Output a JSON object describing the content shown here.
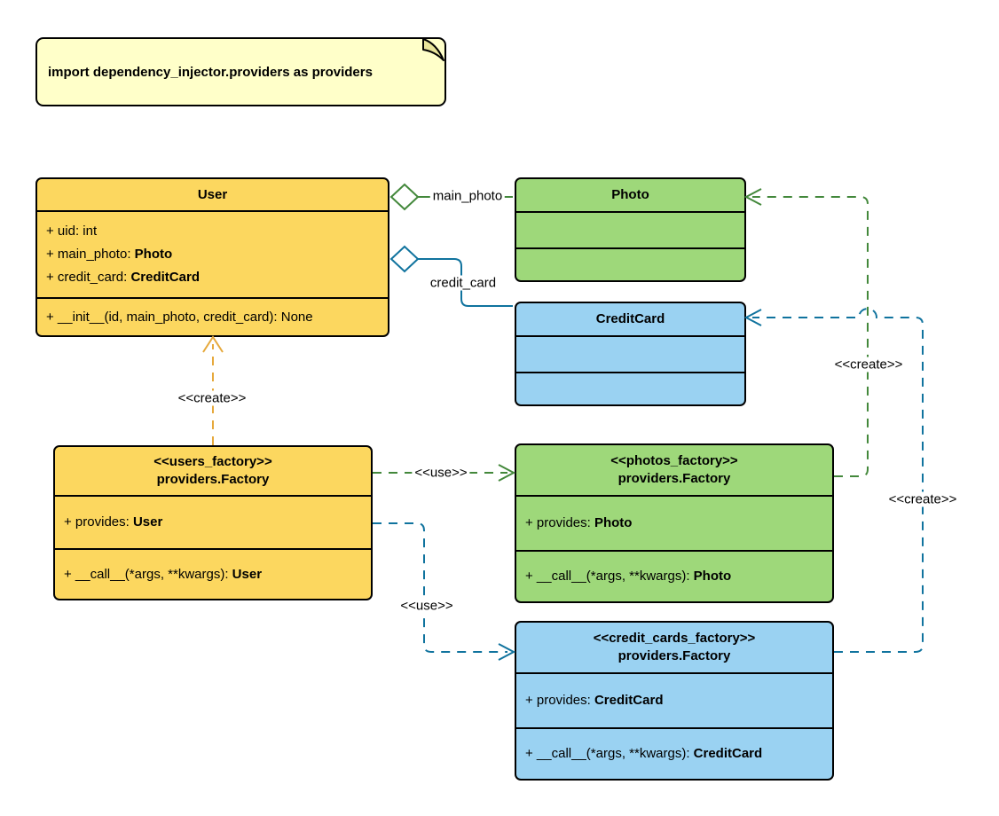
{
  "note": {
    "text": "import dependency_injector.providers as providers"
  },
  "classes": {
    "user": {
      "title": "User",
      "attributes": [
        {
          "text": "+ uid: int",
          "bold": ""
        },
        {
          "text": "+ main_photo: ",
          "bold": "Photo"
        },
        {
          "text": "+ credit_card: ",
          "bold": "CreditCard"
        }
      ],
      "methods": [
        {
          "text": "+ __init__(id, main_photo, credit_card): None",
          "bold": ""
        }
      ]
    },
    "photo": {
      "title": "Photo"
    },
    "credit_card": {
      "title": "CreditCard"
    },
    "users_factory": {
      "stereotype": "<<users_factory>>",
      "title": "providers.Factory",
      "attributes": [
        {
          "text": "+ provides: ",
          "bold": "User"
        }
      ],
      "methods": [
        {
          "text": "+ __call__(*args, **kwargs): ",
          "bold": "User"
        }
      ]
    },
    "photos_factory": {
      "stereotype": "<<photos_factory>>",
      "title": "providers.Factory",
      "attributes": [
        {
          "text": "+ provides: ",
          "bold": "Photo"
        }
      ],
      "methods": [
        {
          "text": "+ __call__(*args, **kwargs): ",
          "bold": "Photo"
        }
      ]
    },
    "credit_cards_factory": {
      "stereotype": "<<credit_cards_factory>>",
      "title": "providers.Factory",
      "attributes": [
        {
          "text": "+ provides: ",
          "bold": "CreditCard"
        }
      ],
      "methods": [
        {
          "text": "+ __call__(*args, **kwargs): ",
          "bold": "CreditCard"
        }
      ]
    }
  },
  "edges": {
    "main_photo_label": "main_photo",
    "credit_card_label": "credit_card",
    "create_user_label": "<<create>>",
    "use_photos_label": "<<use>>",
    "use_credit_cards_label": "<<use>>",
    "create_photo_label": "<<create>>",
    "create_credit_card_label": "<<create>>"
  },
  "colors": {
    "class_yellow_fill": "#FCD75F",
    "class_green_fill": "#9ED87A",
    "class_blue_fill": "#9AD2F2",
    "note_fill": "#FFFFC9",
    "green_stroke": "#43883B",
    "blue_stroke": "#10739E",
    "orange_stroke": "#E6A93C",
    "outline": "#000000"
  }
}
